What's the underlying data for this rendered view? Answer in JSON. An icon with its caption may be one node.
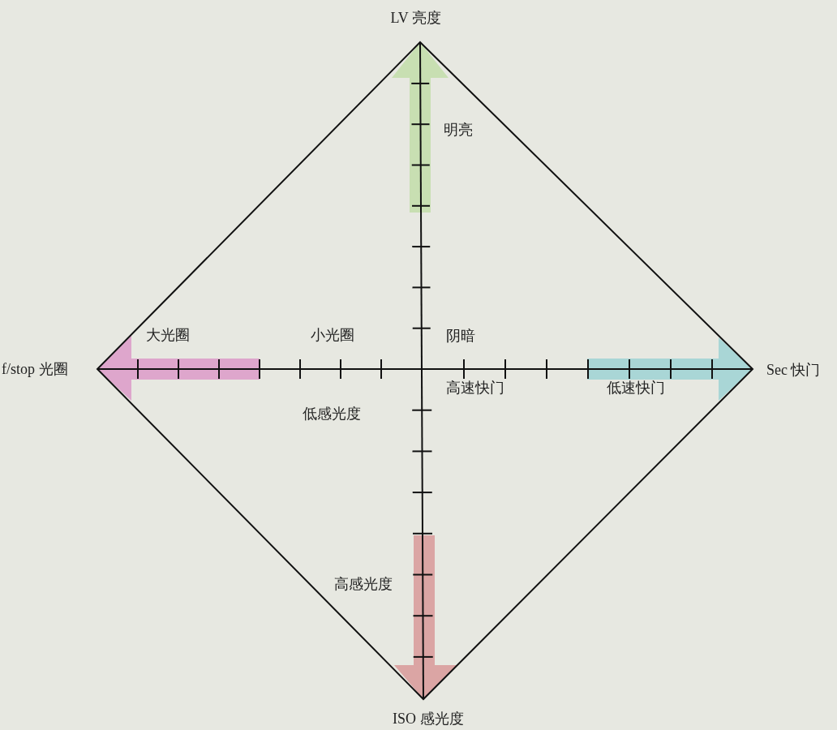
{
  "diagram": {
    "labels": [
      "LV 亮度",
      "明亮",
      "大光圈",
      "小光圈",
      "阴暗",
      "f/stop 光圈",
      "Sec 快门",
      "低感光度",
      "高速快门",
      "低速快门",
      "高感光度",
      "ISO 感光度"
    ]
  }
}
